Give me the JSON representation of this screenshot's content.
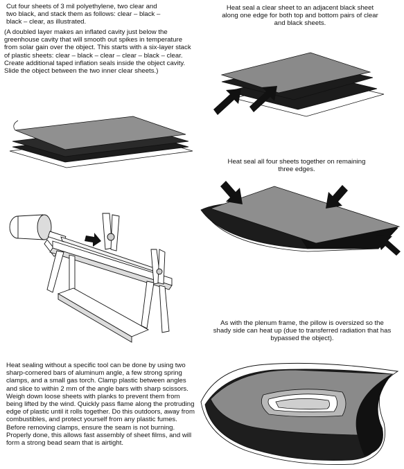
{
  "step1": {
    "intro": "Cut four sheets of 3 mil polyethylene, two clear and two black, and stack them as follows: clear – black – black – clear, as illustrated.",
    "note": "(A doubled layer makes an inflated cavity just below the greenhouse cavity that will smooth out spikes in temperature from solar gain over the object. This starts with a six-layer stack of plastic sheets: clear – black – clear – clear – black – clear. Create additional taped inflation seals inside the object cavity. Slide the object between the two inner clear sheets.)"
  },
  "step2": {
    "caption": "Heat seal a clear sheet to an adjacent black sheet along one edge for both top and bottom pairs of clear and black sheets."
  },
  "step3": {
    "caption": "Heat seal all four sheets together on remaining three edges."
  },
  "step4": {
    "caption": "As with the plenum frame, the pillow is oversized so the shady side can heat up (due to transferred radiation that has bypassed the object)."
  },
  "heat_sealing": {
    "text": "Heat sealing without a specific tool can be done by using two sharp-cornered bars of aluminum angle, a few strong spring clamps, and a small gas torch. Clamp plastic between angles and slice to within 2 mm of the angle bars with sharp scissors. Weigh down loose sheets with planks to prevent them from being lifted by the wind. Quickly pass flame along the protruding edge of plastic until it rolls together. Do this outdoors, away from combustibles, and protect yourself from any plastic fumes. Before removing clamps, ensure the seam is not burning. Properly done, this allows fast assembly of sheet films, and will form a strong bead seam that is airtight."
  },
  "colors": {
    "sheet_dark": "#1c1c1c",
    "sheet_grey": "#8a8a8a",
    "sheet_white": "#ffffff",
    "line": "#111111"
  }
}
